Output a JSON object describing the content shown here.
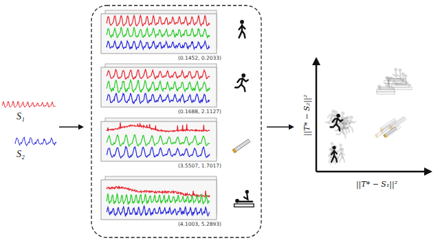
{
  "diagram": {
    "nodes": [
      {
        "text": [
          "(0.1452, 0.2033)"
        ]
      },
      {
        "text": [
          "(0.1688, 2.1127)"
        ]
      },
      {
        "text": [
          "(3.5507, 1.7017)"
        ]
      },
      {
        "text": [
          "(4.1003, 5.2893)"
        ]
      }
    ],
    "labels": [
      "S₁",
      "S₂",
      "||T* − S₂||²",
      "||T* − S₁||²"
    ]
  }
}
